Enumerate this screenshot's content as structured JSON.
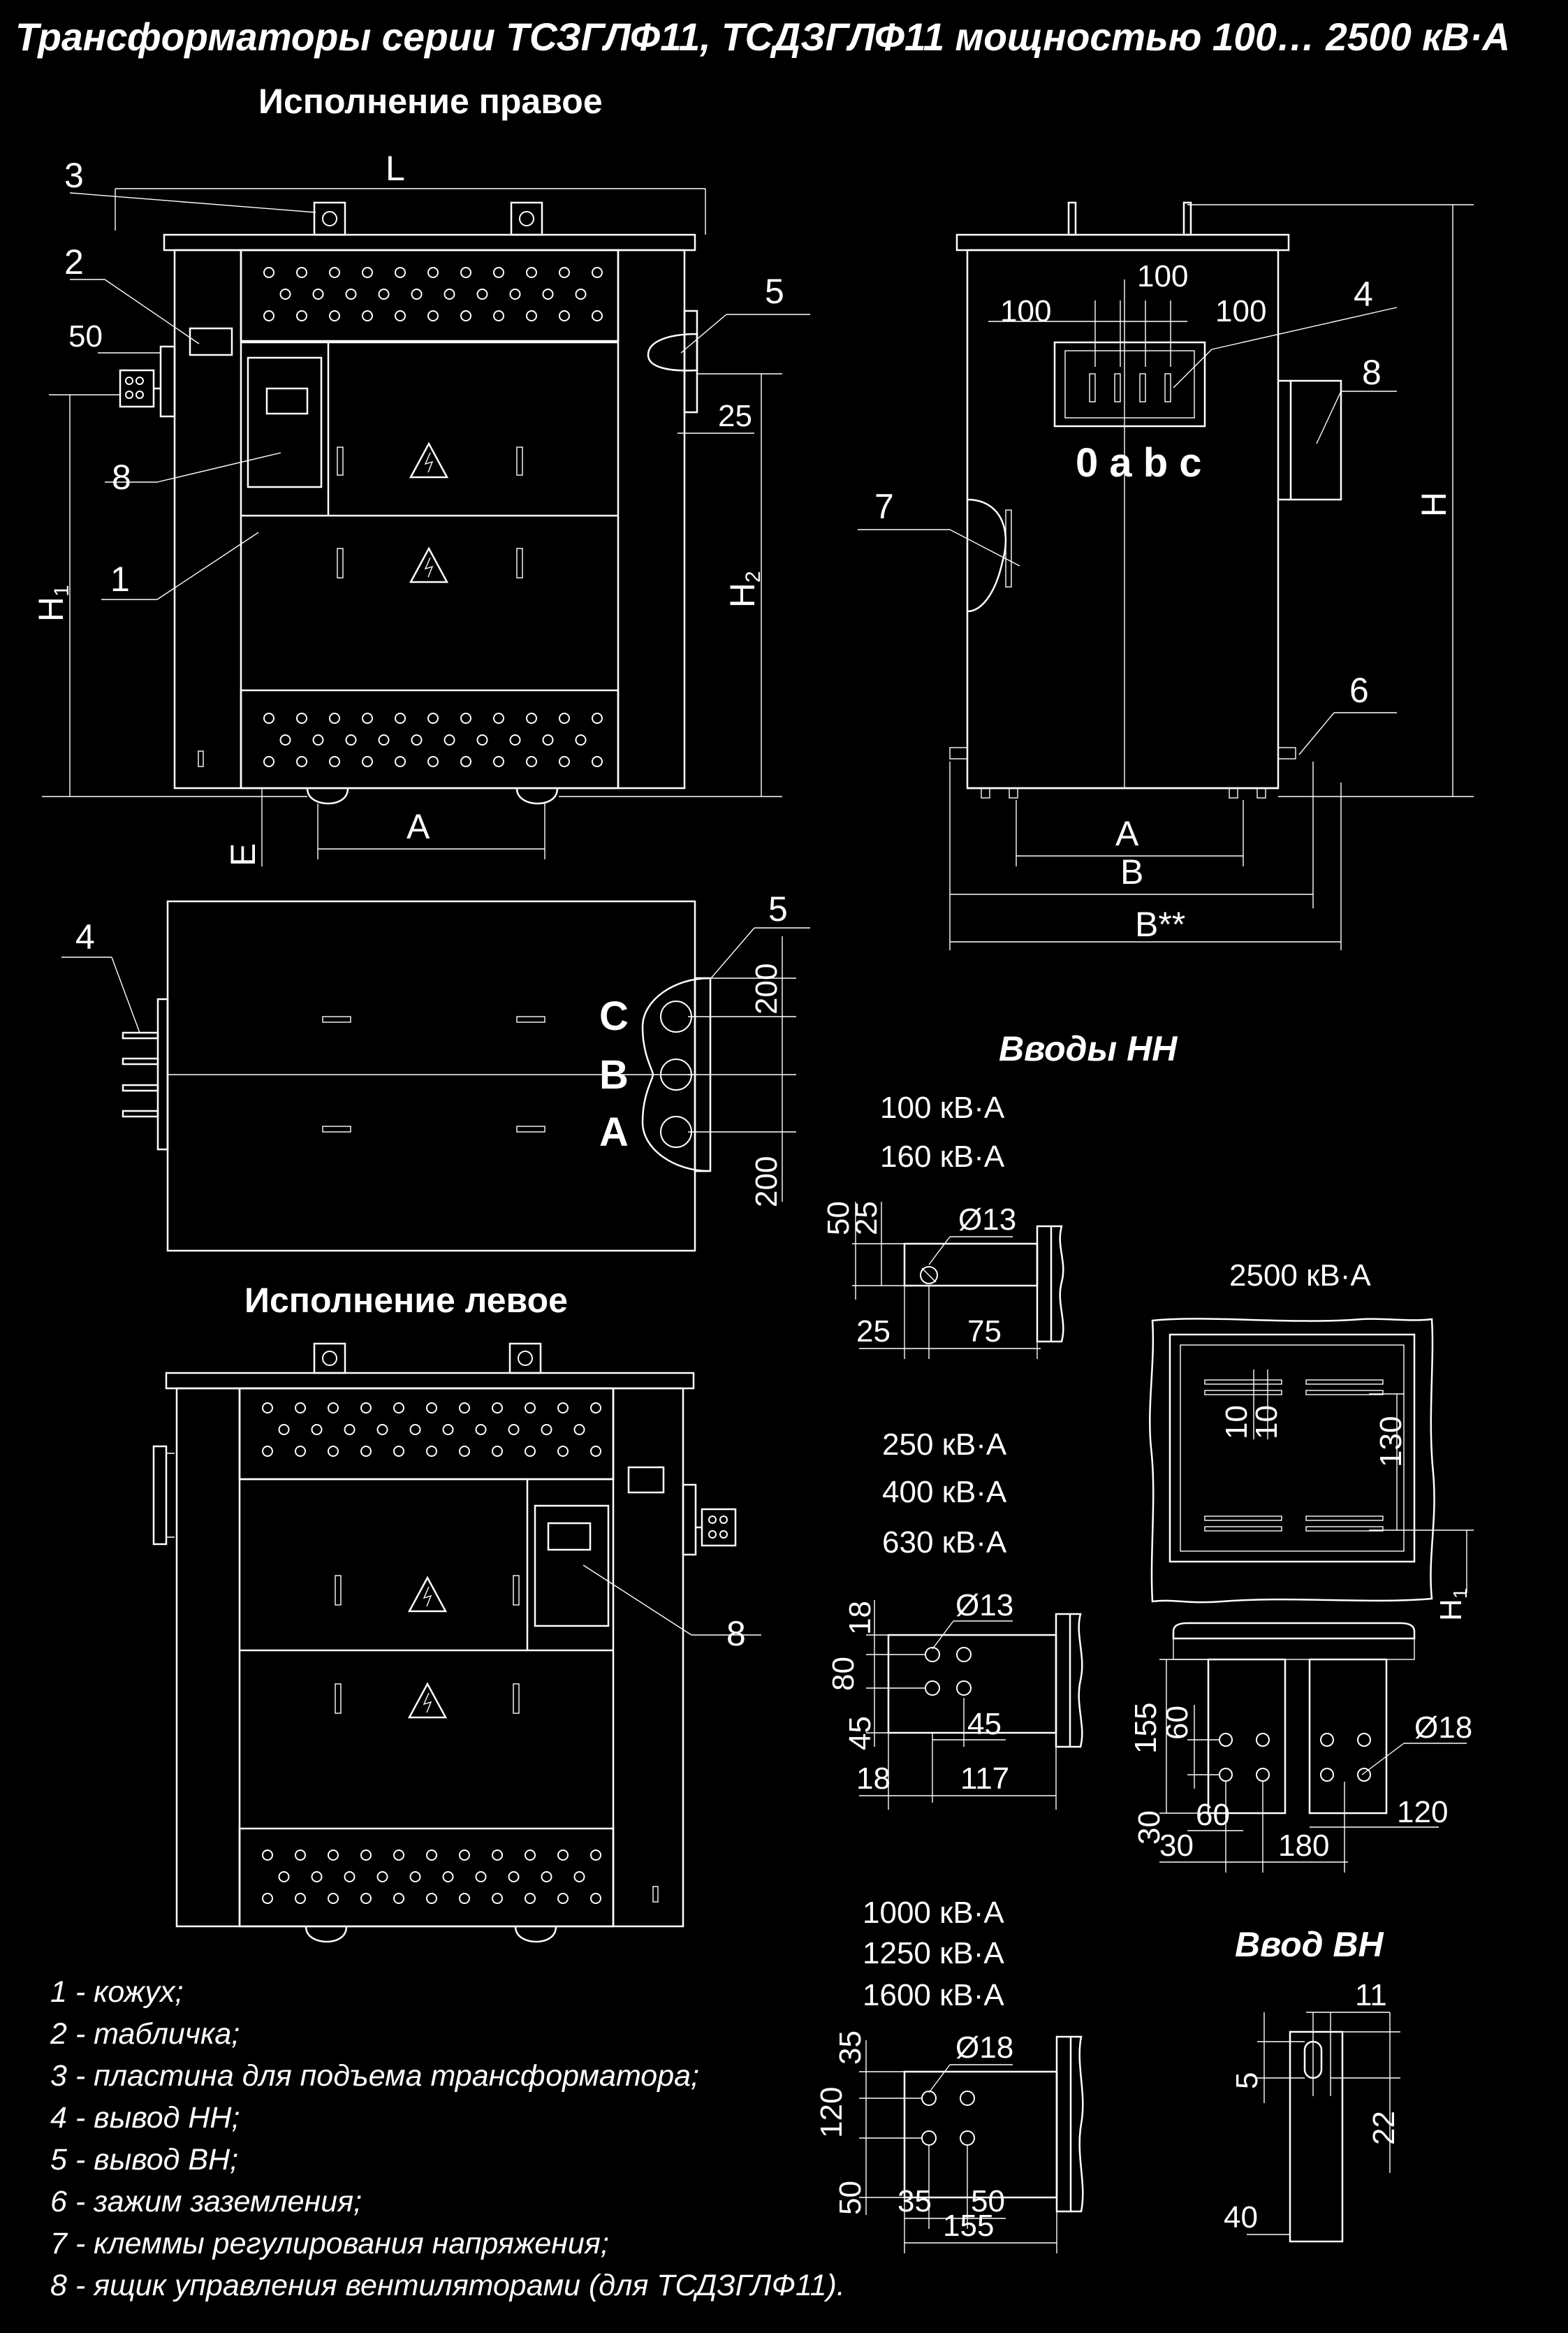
{
  "title": "Трансформаторы  серии  ТСЗГЛФ11, ТСДЗГЛФ11  мощностью 100… 2500 кВ·А",
  "sections": {
    "right": "Исполнение   правое",
    "left": "Исполнение   левое",
    "lv_inputs": "Вводы НН",
    "hv_input": "Ввод ВН"
  },
  "front_view": {
    "L": "L",
    "A": "A",
    "H1": "H",
    "H1_sub": "1",
    "H2": "H",
    "H2_sub": "2",
    "E": "E",
    "d50": "50",
    "d25": "25",
    "c1": "1",
    "c2": "2",
    "c3": "3",
    "c5": "5",
    "c8": "8"
  },
  "side_view": {
    "H": "H",
    "A": "A",
    "B": "B",
    "B2": "B**",
    "d100a": "100",
    "d100b": "100",
    "d100c": "100",
    "terminals": "0 a b c",
    "c4": "4",
    "c6": "6",
    "c7": "7",
    "c8": "8"
  },
  "top_view": {
    "C": "C",
    "B": "B",
    "A": "A",
    "d200a": "200",
    "d200b": "200",
    "c4": "4",
    "c5": "5"
  },
  "left_view": {
    "c8": "8"
  },
  "lv_small": {
    "powers": [
      "100 кВ·А",
      "160 кВ·А"
    ],
    "d50": "50",
    "d25": "25",
    "hole": "Ø13",
    "d25b": "25",
    "d75": "75"
  },
  "lv_mid": {
    "powers": [
      "250 кВ·А",
      "400 кВ·А",
      "630 кВ·А"
    ],
    "d18": "18",
    "hole": "Ø13",
    "d80": "80",
    "d45": "45",
    "d45b": "45",
    "d18b": "18",
    "d117": "117"
  },
  "lv_large": {
    "powers": [
      "1000 кВ·А",
      "1250 кВ·А",
      "1600 кВ·А"
    ],
    "d35": "35",
    "hole": "Ø18",
    "d120": "120",
    "d50": "50",
    "d35b": "35",
    "d50b": "50",
    "d155": "155"
  },
  "lv_2500": {
    "power": "2500 кВ·А",
    "d10a": "10",
    "d10b": "10",
    "d130": "130",
    "H": "H",
    "H_sub": "1",
    "d155": "155",
    "d60": "60",
    "hole": "Ø18",
    "d30": "30",
    "d60b": "60",
    "d30b": "30",
    "d180": "180",
    "d120": "120"
  },
  "hv": {
    "d11": "11",
    "d5": "5",
    "d22": "22",
    "d40": "40"
  },
  "legend": [
    "1 - кожух;",
    "2 - табличка;",
    "3 - пластина для  подъема трансформатора;",
    "4 - вывод НН;",
    "5 - вывод ВН;",
    "6 - зажим заземления;",
    "7 - клеммы регулирования напряжения;",
    "8 - ящик управления вентиляторами (для ТСДЗГЛФ11)."
  ]
}
